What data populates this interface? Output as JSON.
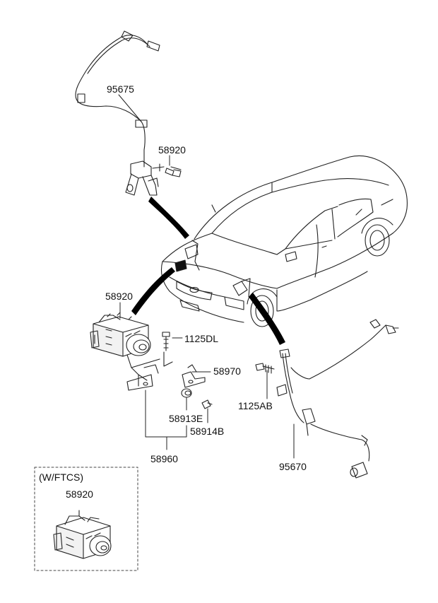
{
  "labels": {
    "p95675": "95675",
    "p58920_top": "58920",
    "p58920_mid": "58920",
    "p1125DL": "1125DL",
    "p58970": "58970",
    "p1125AB": "1125AB",
    "p58913E": "58913E",
    "p58914B": "58914B",
    "p58960": "58960",
    "p95670": "95670",
    "inset_title": "(W/FTCS)",
    "p58920_inset": "58920"
  },
  "colors": {
    "line": "#222222",
    "fill": "#ffffff",
    "shade": "#e6e6e6",
    "arrow": "#000000"
  }
}
